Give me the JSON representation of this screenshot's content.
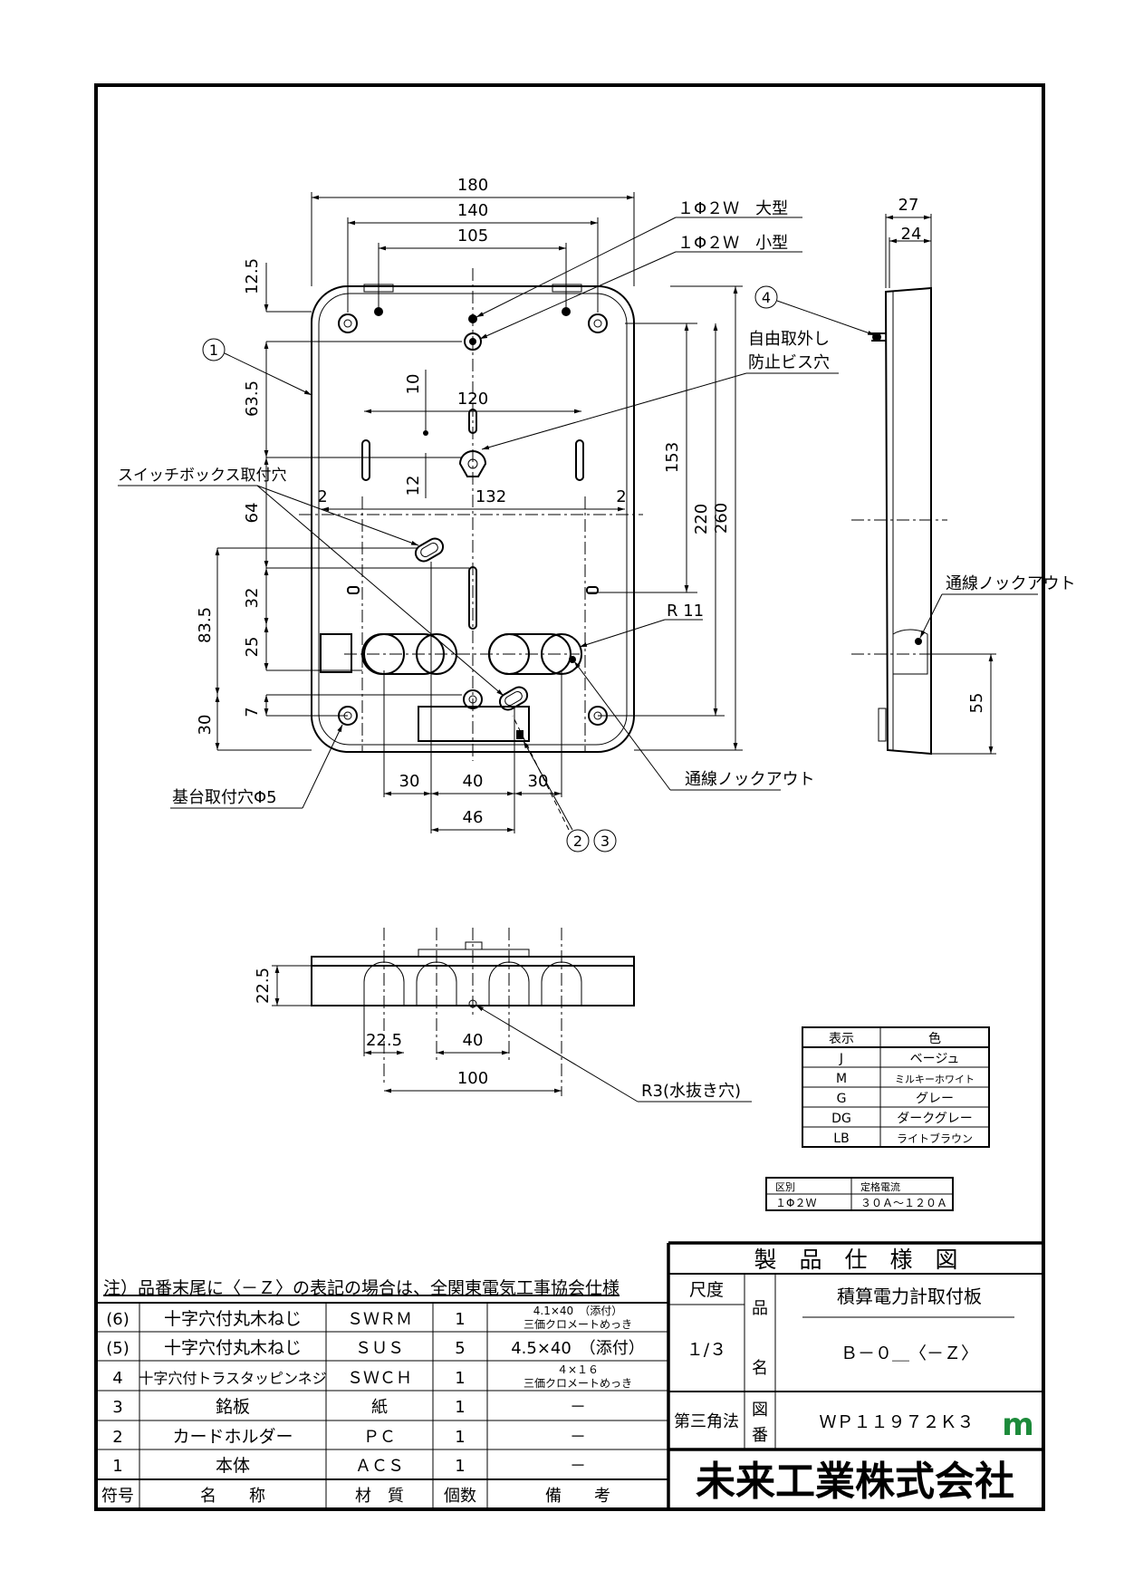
{
  "front_view": {
    "dims": {
      "d180": "180",
      "d140": "140",
      "d105": "105",
      "d120": "120",
      "d132": "132",
      "d2a": "2",
      "d2b": "2",
      "d12_5": "12.5",
      "d63_5": "63.5",
      "d64": "64",
      "d32": "32",
      "d25": "25",
      "d7": "7",
      "d30v": "30",
      "d83_5": "83.5",
      "d10": "10",
      "d12": "12",
      "d153": "153",
      "d220": "220",
      "d260": "260",
      "d30a": "30",
      "d40": "40",
      "d30b": "30",
      "d46": "46",
      "r11": "R 11"
    },
    "labels": {
      "large": "１Φ２Ｗ　大型",
      "small": "１Φ２Ｗ　小型",
      "antiremove_1": "自由取外し",
      "antiremove_2": "防止ビス穴",
      "switchbox": "スイッチボックス取付穴",
      "base_hole": "基台取付穴Φ5",
      "knockout": "通線ノックアウト",
      "mark_1": "1",
      "mark_2": "2",
      "mark_3": "3",
      "mark_4": "4"
    }
  },
  "side_view": {
    "d27": "27",
    "d24": "24",
    "d55": "55",
    "knockout": "通線ノックアウト"
  },
  "bottom_view": {
    "d22_5v": "22.5",
    "d22_5h": "22.5",
    "d40": "40",
    "d100": "100",
    "drain": "R3(水抜き穴)"
  },
  "color_table": {
    "headers": [
      "表示",
      "色"
    ],
    "rows": [
      [
        "J",
        "ベージュ"
      ],
      [
        "M",
        "ミルキーホワイト"
      ],
      [
        "G",
        "グレー"
      ],
      [
        "DG",
        "ダークグレー"
      ],
      [
        "LB",
        "ライトブラウン"
      ]
    ]
  },
  "rating_table": {
    "headers": [
      "区別",
      "定格電流"
    ],
    "row": [
      "１Φ２Ｗ",
      "３０Ａ～１２０Ａ"
    ]
  },
  "note": "注）品番末尾に〈－Ｚ〉の表記の場合は、全関東電気工事協会仕様",
  "parts_table": {
    "headers": [
      "符号",
      "名　　称",
      "材　質",
      "個数",
      "備　　考"
    ],
    "rows": [
      {
        "code": "(6)",
        "name": "十字穴付丸木ねじ",
        "material": "ＳＷＲＭ",
        "qty": "1",
        "remark1": "4.1×40　（添付）",
        "remark2": "三価クロメートめっき"
      },
      {
        "code": "(5)",
        "name": "十字穴付丸木ねじ",
        "material": "ＳＵＳ",
        "qty": "5",
        "remark1": "4.5×40　（添付）",
        "remark2": ""
      },
      {
        "code": "4",
        "name": "十字穴付トラスタッピンネジ",
        "material": "ＳＷＣＨ",
        "qty": "1",
        "remark1": "４×１６",
        "remark2": "三価クロメートめっき"
      },
      {
        "code": "3",
        "name": "銘板",
        "material": "紙",
        "qty": "1",
        "remark1": "－",
        "remark2": ""
      },
      {
        "code": "2",
        "name": "カードホルダー",
        "material": "ＰＣ",
        "qty": "1",
        "remark1": "－",
        "remark2": ""
      },
      {
        "code": "1",
        "name": "本体",
        "material": "ＡＣＳ",
        "qty": "1",
        "remark1": "－",
        "remark2": ""
      }
    ]
  },
  "title_block": {
    "title": "製　品　仕　様　図",
    "scale_label": "尺度",
    "scale_value": "１/３",
    "hin": "品",
    "mei": "名",
    "product_name": "積算電力計取付板",
    "product_code": "Ｂ－０＿〈－Ｚ〉",
    "projection": "第三角法",
    "zu": "図",
    "ban": "番",
    "drawing_no": "ＷＰ１１９７２Ｋ３",
    "logo": "m",
    "company": "未来工業株式会社"
  }
}
